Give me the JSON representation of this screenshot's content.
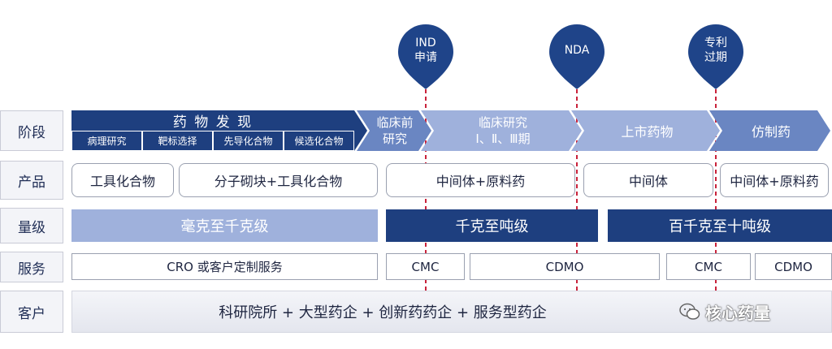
{
  "rows": {
    "stage": "阶段",
    "product": "产品",
    "scale": "量级",
    "service": "服务",
    "customer": "客户"
  },
  "stages": {
    "discovery": "药 物 发 现",
    "discovery_subs": [
      "病理研究",
      "靶标选择",
      "先导化合物",
      "候选化合物"
    ],
    "preclinical_line1": "临床前",
    "preclinical_line2": "研究",
    "clinical_line1": "临床研究",
    "clinical_line2": "Ⅰ、Ⅱ、Ⅲ期",
    "marketed": "上市药物",
    "generic": "仿制药"
  },
  "milestones": [
    {
      "line1": "IND",
      "line2": "申请"
    },
    {
      "line1": "NDA",
      "line2": ""
    },
    {
      "line1": "专利",
      "line2": "过期"
    }
  ],
  "products": [
    "工具化合物",
    "分子砌块+工具化合物",
    "中间体+原料药",
    "中间体",
    "中间体+原料药"
  ],
  "scales": [
    "毫克至千克级",
    "千克至吨级",
    "百千克至十吨级"
  ],
  "services": [
    "CRO 或客户定制服务",
    "CMC",
    "CDMO",
    "CMC",
    "CDMO"
  ],
  "customer": "科研院所 + 大型药企 + 创新药药企 + 服务型药企",
  "watermark": "核心药量",
  "colors": {
    "dark": "#1e3f7f",
    "mid": "#6a86c2",
    "light": "#9fb1dc",
    "pin": "#1f4489",
    "dash": "#c9223a"
  }
}
